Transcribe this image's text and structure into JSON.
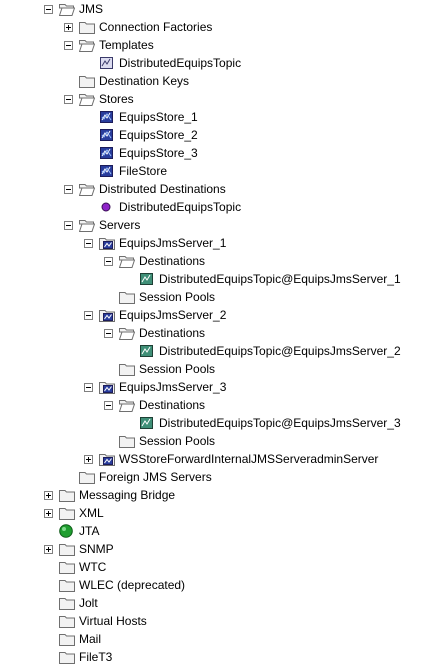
{
  "colors": {
    "folder_stroke": "#6f6f6f",
    "folder_fill": "#f2f2f2",
    "toggle_border": "#7f7f7f",
    "jms_resource": "#283c9c",
    "distributed_topic_dot": "#8e24c8",
    "jta_status": "#1f9e2f"
  },
  "tree": {
    "items": [
      {
        "label": "JMS",
        "depth": 0,
        "toggle": "minus",
        "icon": "folder-open-icon"
      },
      {
        "label": "Connection Factories",
        "depth": 1,
        "toggle": "plus",
        "icon": "folder-icon"
      },
      {
        "label": "Templates",
        "depth": 1,
        "toggle": "minus",
        "icon": "folder-open-icon"
      },
      {
        "label": "DistributedEquipsTopic",
        "depth": 2,
        "toggle": "none",
        "icon": "jms-template-icon"
      },
      {
        "label": "Destination Keys",
        "depth": 1,
        "toggle": "none",
        "icon": "folder-icon"
      },
      {
        "label": "Stores",
        "depth": 1,
        "toggle": "minus",
        "icon": "folder-open-icon"
      },
      {
        "label": "EquipsStore_1",
        "depth": 2,
        "toggle": "none",
        "icon": "jms-store-icon"
      },
      {
        "label": "EquipsStore_2",
        "depth": 2,
        "toggle": "none",
        "icon": "jms-store-icon"
      },
      {
        "label": "EquipsStore_3",
        "depth": 2,
        "toggle": "none",
        "icon": "jms-store-icon"
      },
      {
        "label": "FileStore",
        "depth": 2,
        "toggle": "none",
        "icon": "jms-store-icon"
      },
      {
        "label": "Distributed Destinations",
        "depth": 1,
        "toggle": "minus",
        "icon": "folder-open-icon"
      },
      {
        "label": "DistributedEquipsTopic",
        "depth": 2,
        "toggle": "none",
        "icon": "distributed-topic-icon"
      },
      {
        "label": "Servers",
        "depth": 1,
        "toggle": "minus",
        "icon": "folder-open-icon"
      },
      {
        "label": "EquipsJmsServer_1",
        "depth": 2,
        "toggle": "minus",
        "icon": "jms-server-icon"
      },
      {
        "label": "Destinations",
        "depth": 3,
        "toggle": "minus",
        "icon": "folder-open-icon"
      },
      {
        "label": "DistributedEquipsTopic@EquipsJmsServer_1",
        "depth": 4,
        "toggle": "none",
        "icon": "jms-destination-icon"
      },
      {
        "label": "Session Pools",
        "depth": 3,
        "toggle": "none",
        "icon": "folder-icon"
      },
      {
        "label": "EquipsJmsServer_2",
        "depth": 2,
        "toggle": "minus",
        "icon": "jms-server-icon"
      },
      {
        "label": "Destinations",
        "depth": 3,
        "toggle": "minus",
        "icon": "folder-open-icon"
      },
      {
        "label": "DistributedEquipsTopic@EquipsJmsServer_2",
        "depth": 4,
        "toggle": "none",
        "icon": "jms-destination-icon"
      },
      {
        "label": "Session Pools",
        "depth": 3,
        "toggle": "none",
        "icon": "folder-icon"
      },
      {
        "label": "EquipsJmsServer_3",
        "depth": 2,
        "toggle": "minus",
        "icon": "jms-server-icon"
      },
      {
        "label": "Destinations",
        "depth": 3,
        "toggle": "minus",
        "icon": "folder-open-icon"
      },
      {
        "label": "DistributedEquipsTopic@EquipsJmsServer_3",
        "depth": 4,
        "toggle": "none",
        "icon": "jms-destination-icon"
      },
      {
        "label": "Session Pools",
        "depth": 3,
        "toggle": "none",
        "icon": "folder-icon"
      },
      {
        "label": "WSStoreForwardInternalJMSServeradminServer",
        "depth": 2,
        "toggle": "plus",
        "icon": "jms-server-icon"
      },
      {
        "label": "Foreign JMS Servers",
        "depth": 1,
        "toggle": "none",
        "icon": "folder-icon"
      },
      {
        "label": "Messaging Bridge",
        "depth": 0,
        "toggle": "plus",
        "icon": "folder-icon"
      },
      {
        "label": "XML",
        "depth": 0,
        "toggle": "plus",
        "icon": "folder-icon"
      },
      {
        "label": "JTA",
        "depth": 0,
        "toggle": "none",
        "icon": "green-status-icon"
      },
      {
        "label": "SNMP",
        "depth": 0,
        "toggle": "plus",
        "icon": "folder-icon"
      },
      {
        "label": "WTC",
        "depth": 0,
        "toggle": "none",
        "icon": "folder-icon"
      },
      {
        "label": "WLEC (deprecated)",
        "depth": 0,
        "toggle": "none",
        "icon": "folder-icon"
      },
      {
        "label": "Jolt",
        "depth": 0,
        "toggle": "none",
        "icon": "folder-icon"
      },
      {
        "label": "Virtual Hosts",
        "depth": 0,
        "toggle": "none",
        "icon": "folder-icon"
      },
      {
        "label": "Mail",
        "depth": 0,
        "toggle": "none",
        "icon": "folder-icon"
      },
      {
        "label": "FileT3",
        "depth": 0,
        "toggle": "none",
        "icon": "folder-icon"
      }
    ]
  }
}
